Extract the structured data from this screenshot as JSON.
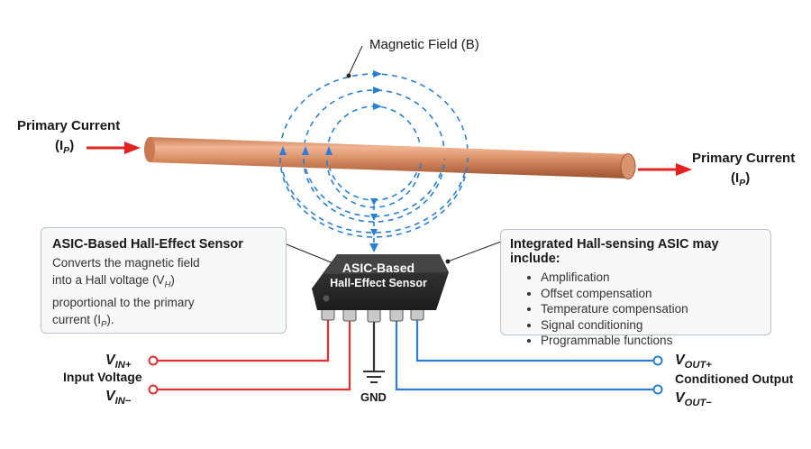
{
  "field_label": "Magnetic Field (B)",
  "primary_current": {
    "label": "Primary Current",
    "symbol": "(I",
    "subscript": "P",
    "close": ")"
  },
  "chip": {
    "line1": "ASIC-Based",
    "line2": "Hall-Effect Sensor"
  },
  "left_box": {
    "title": "ASIC-Based Hall-Effect Sensor",
    "line1": "Converts the magnetic field",
    "line2_pre": "into a Hall voltage (V",
    "line2_sub": "H",
    "line2_post": ")",
    "line3": "proportional to the primary",
    "line4_pre": "current (I",
    "line4_sub": "P",
    "line4_post": ")."
  },
  "right_box": {
    "title": "Integrated Hall-sensing ASIC may include:",
    "items": [
      "Amplification",
      "Offset compensation",
      "Temperature compensation",
      "Signal conditioning",
      "Programmable functions"
    ]
  },
  "input": {
    "vin_plus_main": "V",
    "vin_plus_sub": "IN+",
    "label": "Input Voltage",
    "vin_minus_main": "V",
    "vin_minus_sub": "IN−"
  },
  "gnd": "GND",
  "output": {
    "vout_plus_main": "V",
    "vout_plus_sub": "OUT+",
    "label": "Conditioned Output",
    "vout_minus_main": "V",
    "vout_minus_sub": "OUT−"
  },
  "colors": {
    "copper_light": "#e3a07a",
    "copper_dark": "#b0623c",
    "arrow_red": "#e52222",
    "field_blue": "#2a7fd4",
    "wire_red": "#e03030",
    "wire_blue": "#2a7fd4",
    "chip_body": "#2c2c2c"
  }
}
